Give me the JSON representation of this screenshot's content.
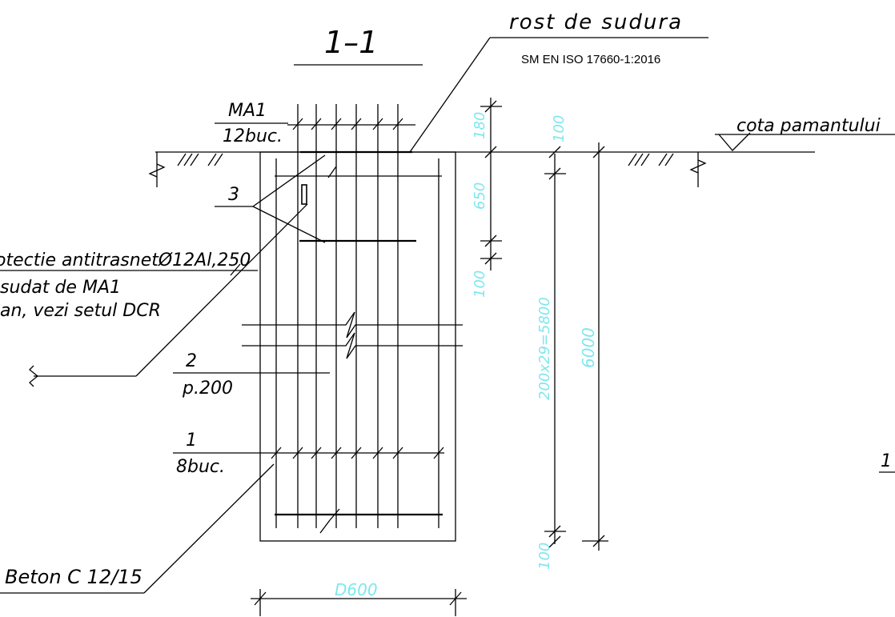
{
  "section_title": "1–1",
  "weld_label": "rost de sudura",
  "standard_label": "SM EN ISO 17660-1:2016",
  "ground_label": "cota pamantului",
  "mark_ma1": {
    "top": "MA1",
    "bottom": "12buc."
  },
  "mark_3": "3",
  "protection_note": {
    "line1": "otectie antitrasnetØ12Al,250",
    "line2": "sudat de MA1",
    "line3": "an, vezi setul DCR"
  },
  "mark_2": {
    "top": "2",
    "bottom": "p.200"
  },
  "mark_1": {
    "top": "1",
    "bottom": "8buc."
  },
  "concrete_label": "Beton C 12/15",
  "dimensions": {
    "width": "D600",
    "top_180": "180",
    "seg_650": "650",
    "seg_100_a": "100",
    "seg_100_b": "100",
    "span": "200x29=5800",
    "total": "6000",
    "seg_100_c": "100"
  },
  "edge_text": "1",
  "colors": {
    "lines": "#000000",
    "dimension_text": "#7fe7ee",
    "background": "#ffffff"
  }
}
